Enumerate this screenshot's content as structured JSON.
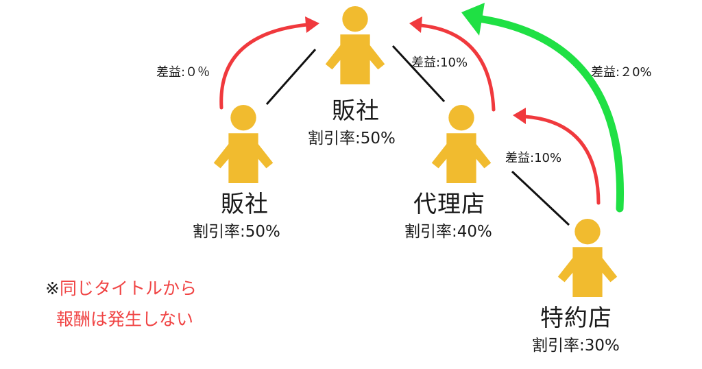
{
  "colors": {
    "person": "#f1bb2f",
    "link_line": "#111111",
    "arrow_red": "#f0393d",
    "arrow_green": "#1fe044",
    "note_text": "#f04444",
    "text": "#1a1a1a"
  },
  "nodes": {
    "top": {
      "name": "販社",
      "rate": "割引率:50%",
      "icon": "person-icon"
    },
    "left": {
      "name": "販社",
      "rate": "割引率:50%",
      "icon": "person-icon"
    },
    "agency": {
      "name": "代理店",
      "rate": "割引率:40%",
      "icon": "person-icon"
    },
    "special": {
      "name": "特約店",
      "rate": "割引率:30%",
      "icon": "person-icon"
    }
  },
  "margins": {
    "left_to_top": "差益:０％",
    "agency_to_top": "差益:10%",
    "special_to_agency": "差益:10%",
    "special_to_top": "差益:２0%"
  },
  "note": {
    "mark": "※",
    "line1": "同じタイトルから",
    "line2": "報酬は発生しない"
  }
}
